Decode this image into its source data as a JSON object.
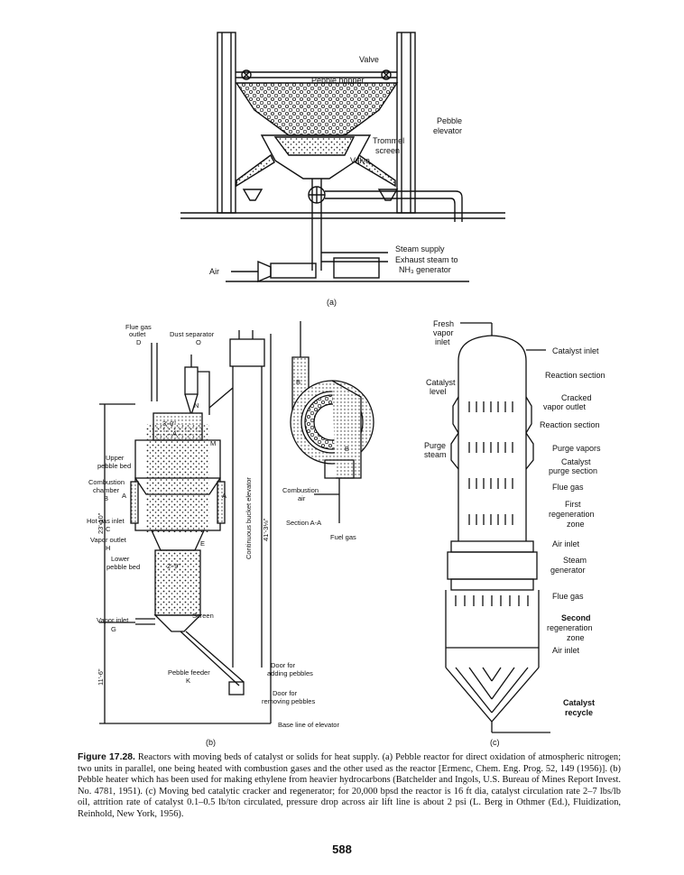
{
  "panel_a": {
    "label": "(a)",
    "valve_top": "Valve",
    "pebble_hopper": "Pebble hopper",
    "pebble_elevator_1": "Pebble",
    "pebble_elevator_2": "elevator",
    "trommel_1": "Trommel",
    "trommel_2": "screen",
    "valve_low": "Valve",
    "steam_supply": "Steam supply",
    "exhaust_1": "Exhaust steam to",
    "exhaust_2": "NH₃ generator",
    "air": "Air"
  },
  "panel_b": {
    "label": "(b)",
    "flue_gas_1": "Flue gas",
    "flue_gas_2": "outlet",
    "flue_gas_3": "D",
    "dust_sep_1": "Dust separator",
    "dust_sep_2": "O",
    "n_mark": "N",
    "dim_3ft": "3'-0\"",
    "a_mark": "A",
    "m_mark": "M",
    "upper_bed_1": "Upper",
    "upper_bed_2": "pebble bed",
    "comb_ch_1": "Combustion",
    "comb_ch_2": "chamber",
    "comb_ch_3": "B",
    "sect_a_left": "A",
    "sect_a_right": "A",
    "hot_gas_1": "Hot gas inlet",
    "hot_gas_2": "C",
    "vapor_out_1": "Vapor outlet",
    "vapor_out_2": "H",
    "e_mark": "E",
    "lower_bed_1": "Lower",
    "lower_bed_2": "pebble bed",
    "dim_2ft": "2'-9\"",
    "screen": "Screen",
    "vapor_in_1": "Vapor inlet",
    "vapor_in_2": "G",
    "feeder_1": "Pebble feeder",
    "feeder_2": "K",
    "door_add_1": "Door for",
    "door_add_2": "adding pebbles",
    "door_rem_1": "Door for",
    "door_rem_2": "removing pebbles",
    "base_line": "Base line of elevator",
    "elevator": "Continuous bucket elevator",
    "dim_41": "41'-3⅛\"",
    "dim_23": "23'-10\"",
    "dim_11": "11'-6\"",
    "sec_b_top": "B",
    "sec_b_bottom": "B",
    "comb_air_1": "Combustion",
    "comb_air_2": "air",
    "section_aa": "Section A-A",
    "fuel_gas": "Fuel gas"
  },
  "panel_c": {
    "label": "(c)",
    "fresh_1": "Fresh",
    "fresh_2": "vapor",
    "fresh_3": "inlet",
    "catalyst_inlet": "Catalyst inlet",
    "reaction_section_1": "Reaction section",
    "catalyst_level_1": "Catalyst",
    "catalyst_level_2": "level",
    "cracked_1": "Cracked",
    "cracked_2": "vapor outlet",
    "reaction_section_2": "Reaction section",
    "purge_steam_1": "Purge",
    "purge_steam_2": "steam",
    "purge_vapors": "Purge vapors",
    "catalyst_purge_1": "Catalyst",
    "catalyst_purge_2": "purge section",
    "flue_gas_1": "Flue gas",
    "first_regen_1": "First",
    "first_regen_2": "regeneration",
    "first_regen_3": "zone",
    "air_inlet_1": "Air inlet",
    "steam_gen_1": "Steam",
    "steam_gen_2": "generator",
    "flue_gas_2": "Flue gas",
    "second_regen_1": "Second",
    "second_regen_2": "regeneration",
    "second_regen_3": "zone",
    "air_inlet_2": "Air inlet",
    "catalyst_recycle_1": "Catalyst",
    "catalyst_recycle_2": "recycle"
  },
  "caption": {
    "fig_label": "Figure 17.28.",
    "text": " Reactors with moving beds of catalyst or solids for heat supply. (a) Pebble reactor for direct oxidation of atmospheric nitrogen; two units in parallel, one being heated with combustion gases and the other used as the reactor [Ermenc, Chem. Eng. Prog. 52, 149 (1956)]. (b) Pebble heater which has been used for making ethylene from heavier hydrocarbons (Batchelder and Ingols, U.S. Bureau of Mines Report Invest. No. 4781, 1951). (c) Moving bed catalytic cracker and regenerator; for 20,000 bpsd the reactor is 16 ft dia, catalyst circulation rate 2–7 lbs/lb oil, attrition rate of catalyst 0.1–0.5 lb/ton circulated, pressure drop across air lift line is about 2 psi (L. Berg in Othmer (Ed.), Fluidization, Reinhold, New York, 1956)."
  },
  "page_number": "588"
}
